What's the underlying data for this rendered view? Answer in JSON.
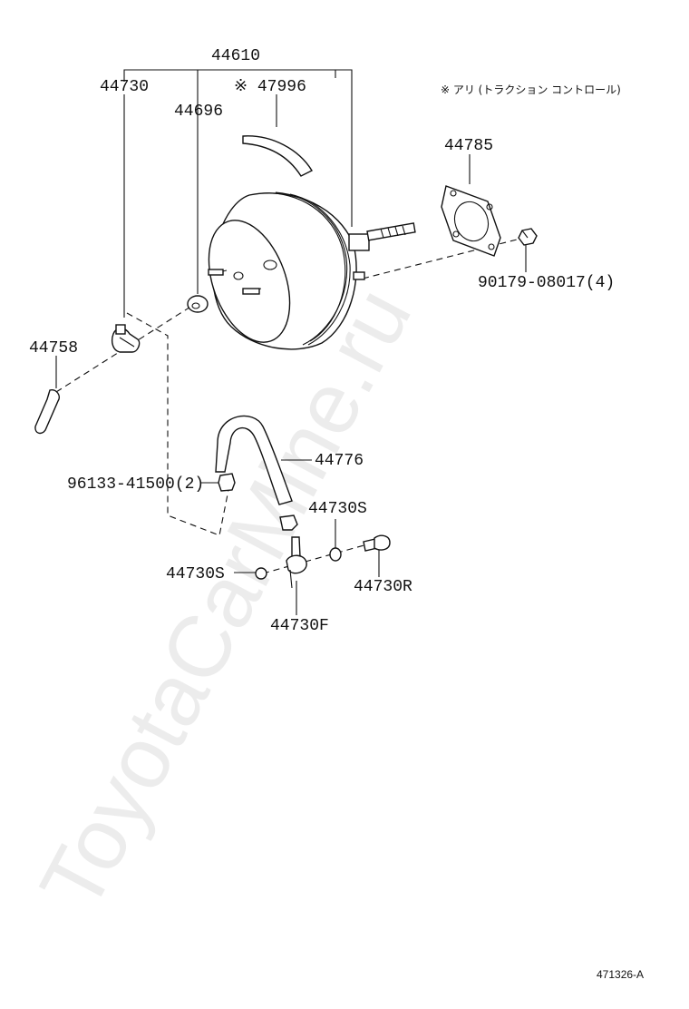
{
  "watermark": "ToyotaCarMine.ru",
  "note": "※ アリ (トラクション  コントロール)",
  "figure_code": "471326-A",
  "parts": [
    {
      "label": "44610"
    },
    {
      "label": "44730"
    },
    {
      "label": "※ 47996"
    },
    {
      "label": "44696"
    },
    {
      "label": "44785"
    },
    {
      "label": "90179-08017(4)"
    },
    {
      "label": "44758"
    },
    {
      "label": "44776"
    },
    {
      "label": "96133-41500(2)"
    },
    {
      "label": "44730S"
    },
    {
      "label": "44730S"
    },
    {
      "label": "44730R"
    },
    {
      "label": "44730F"
    }
  ]
}
